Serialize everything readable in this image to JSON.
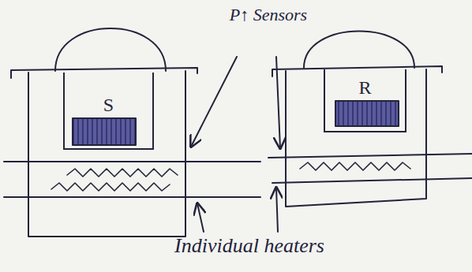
{
  "diagram": {
    "nodes": [
      {
        "text": [
          "S"
        ]
      },
      {
        "text": [
          "R"
        ]
      }
    ],
    "labels": [
      "P↑ Sensors",
      "Individual heaters"
    ]
  }
}
